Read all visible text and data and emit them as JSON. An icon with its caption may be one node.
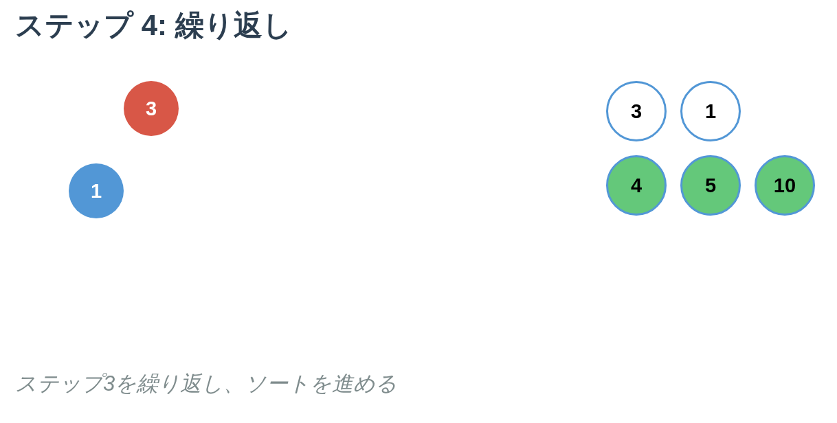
{
  "diagram": {
    "title": "ステップ 4: 繰り返し",
    "caption": "ステップ3を繰り返し、ソートを進める",
    "nodes": [
      {
        "text": [
          "3"
        ]
      },
      {
        "text": [
          "1"
        ]
      },
      {
        "text": [
          "3"
        ]
      },
      {
        "text": [
          "1"
        ]
      },
      {
        "text": [
          "4"
        ]
      },
      {
        "text": [
          "5"
        ]
      },
      {
        "text": [
          "10"
        ]
      }
    ]
  }
}
